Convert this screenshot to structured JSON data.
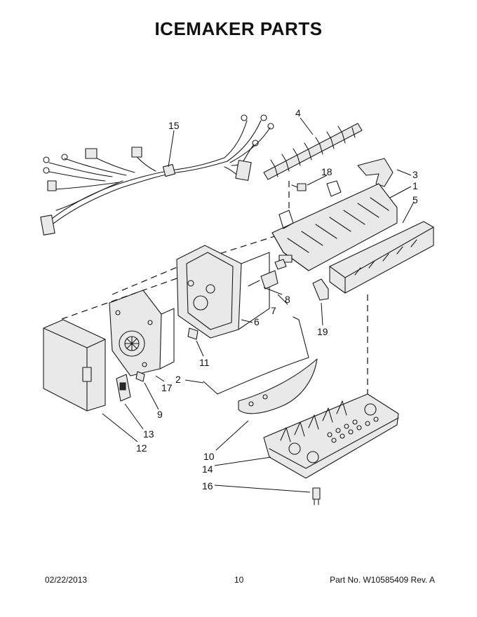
{
  "title": "ICEMAKER PARTS",
  "callouts": {
    "c1": "1",
    "c2": "2",
    "c3": "3",
    "c4": "4",
    "c5": "5",
    "c6": "6",
    "c7": "7",
    "c8": "8",
    "c9": "9",
    "c10": "10",
    "c11": "11",
    "c12": "12",
    "c13": "13",
    "c14": "14",
    "c15": "15",
    "c16": "16",
    "c17": "17",
    "c18": "18",
    "c19": "19"
  },
  "footer": {
    "date": "02/22/2013",
    "page": "10",
    "part_label": "Part No.",
    "part_number": "W10585409",
    "rev": "Rev.  A"
  }
}
